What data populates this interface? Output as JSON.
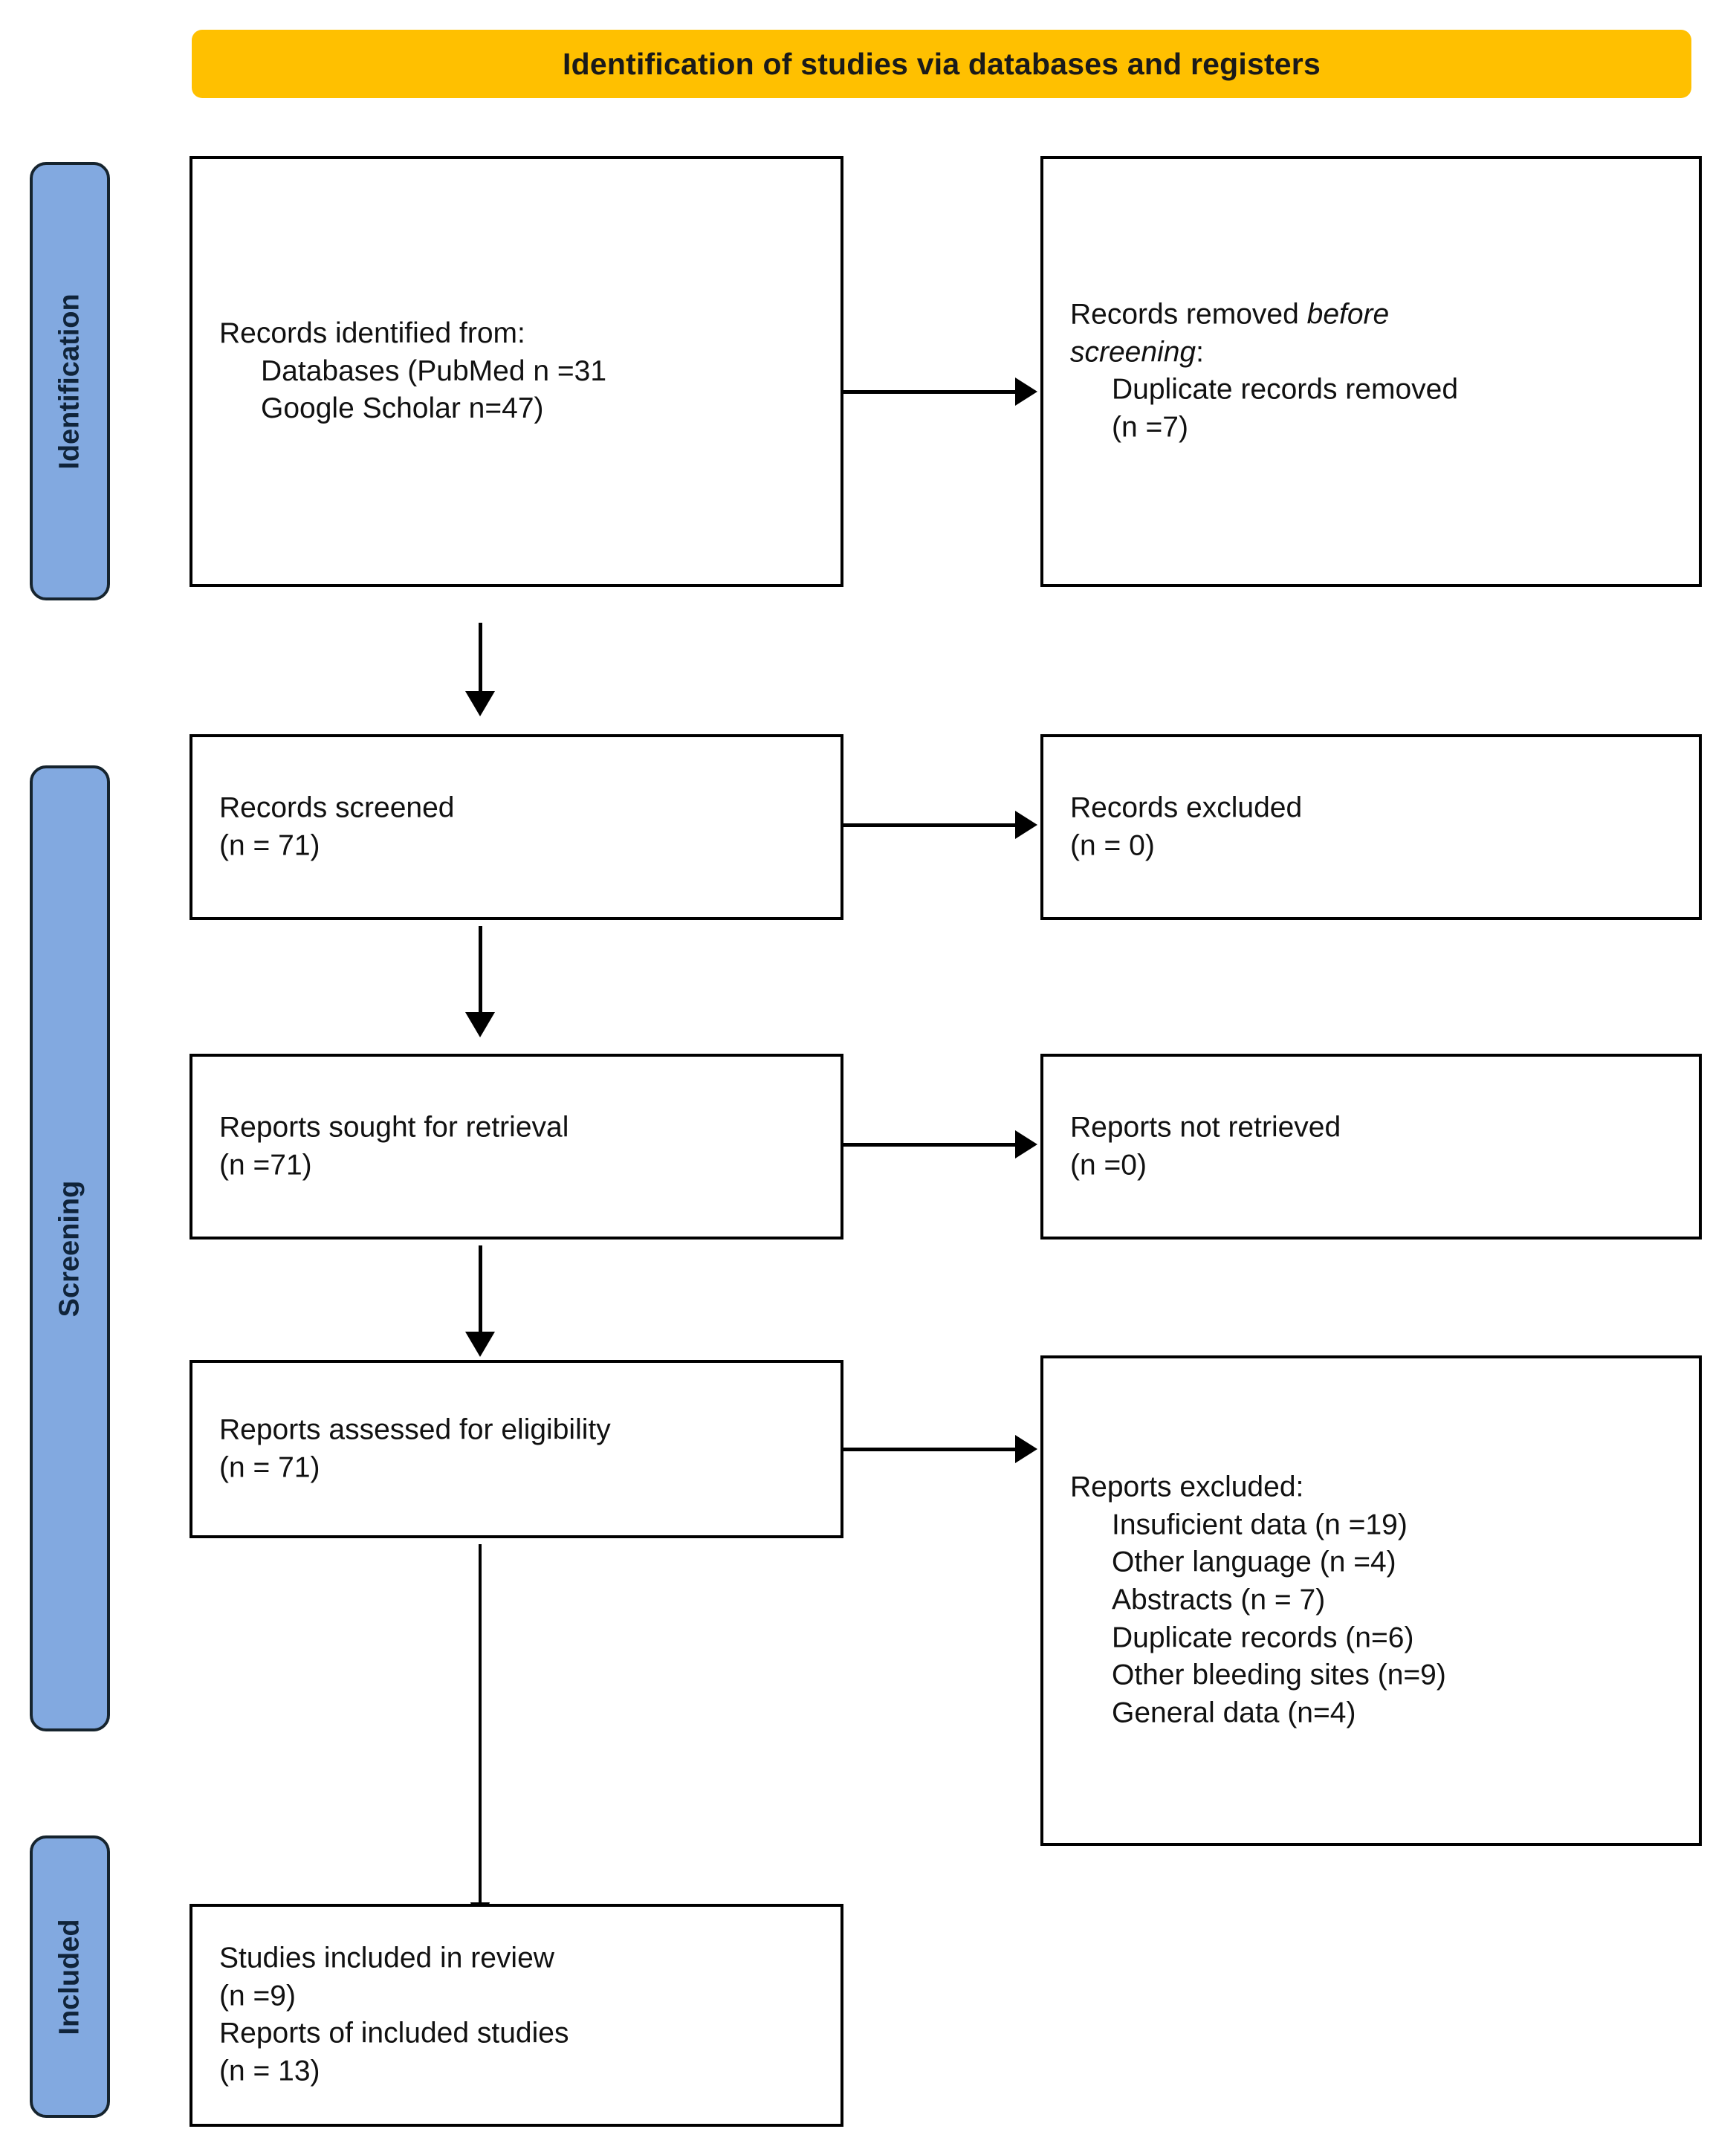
{
  "banner": {
    "title": "Identification of studies via databases and registers",
    "color": "#FFC000"
  },
  "stages": [
    {
      "id": "identification",
      "label": "Identification",
      "color": "#82A9E0"
    },
    {
      "id": "screening",
      "label": "Screening",
      "color": "#82A9E0"
    },
    {
      "id": "included",
      "label": "Included",
      "color": "#82A9E0"
    }
  ],
  "boxes": {
    "records_identified": {
      "lines": [
        "Records identified from:",
        "Databases (PubMed n =31",
        "Google Scholar n=47)"
      ]
    },
    "records_removed": {
      "line1_prefix": "Records removed ",
      "line1_italic": "before",
      "line2_italic": "screening",
      "line2_suffix": ":",
      "line3": "Duplicate records removed",
      "line4": "(n =7)"
    },
    "records_screened": {
      "lines": [
        "Records screened",
        "(n = 71)"
      ]
    },
    "records_excluded": {
      "lines": [
        "Records excluded",
        "(n = 0)"
      ]
    },
    "reports_sought": {
      "lines": [
        "Reports sought for retrieval",
        "(n =71)"
      ]
    },
    "reports_not_retrieved": {
      "lines": [
        "Reports not retrieved",
        "(n =0)"
      ]
    },
    "reports_assessed": {
      "lines": [
        "Reports assessed for eligibility",
        "(n = 71)"
      ]
    },
    "reports_excluded": {
      "heading": "Reports excluded:",
      "reasons": [
        "Insuficient data (n =19)",
        "Other language (n =4)",
        "Abstracts (n = 7)",
        "Duplicate records (n=6)",
        "Other bleeding sites (n=9)",
        "General data (n=4)"
      ]
    },
    "studies_included": {
      "lines": [
        "Studies included in review",
        "(n =9)",
        "Reports of included studies",
        "(n = 13)"
      ]
    }
  }
}
